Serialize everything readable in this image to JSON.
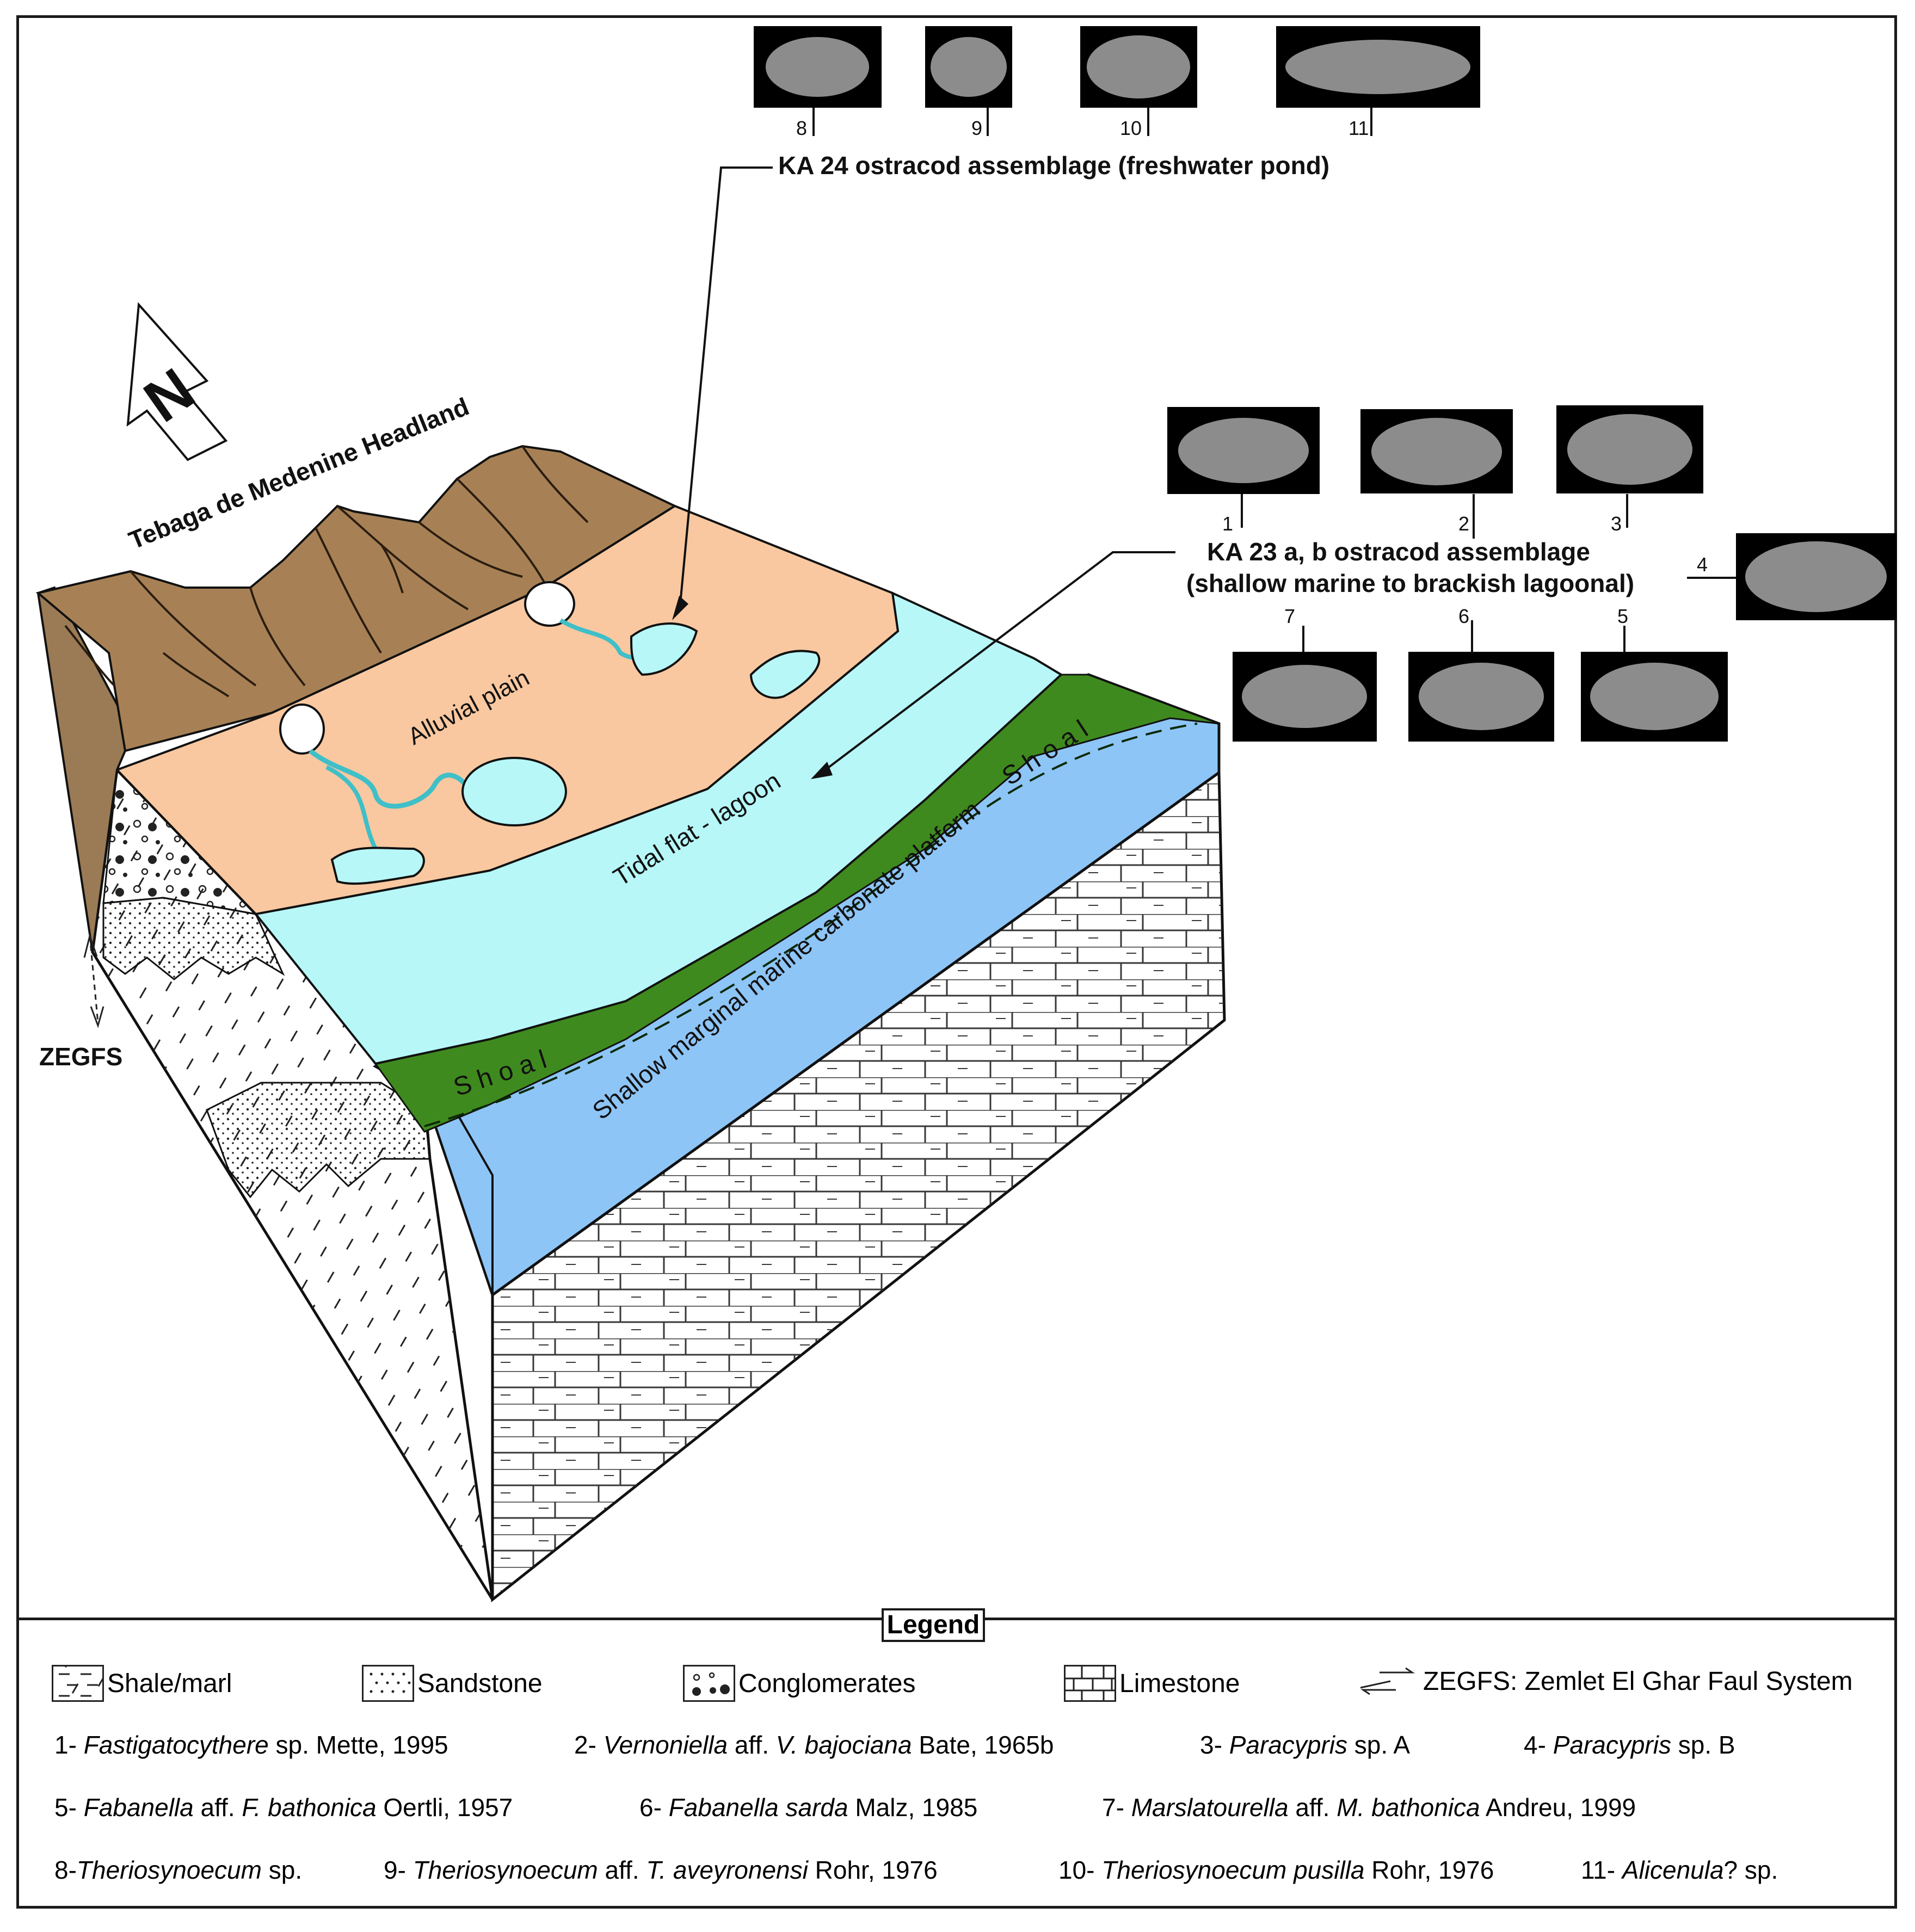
{
  "labels": {
    "headland": "Tebaga de Medenine Headland",
    "alluvial": "Alluvial plain",
    "tidal": "Tidal flat - lagoon",
    "shoal": "S h o a l",
    "shoal2": "S h o a l",
    "platform": "Shallow marginal marine carbonate platform",
    "fault": "ZEGFS",
    "north": "N"
  },
  "assemblages": {
    "ka24": "KA  24  ostracod  assemblage (freshwater pond)",
    "ka23_line1": "KA 23 a, b ostracod assemblage",
    "ka23_line2": "(shallow marine to brackish lagoonal)"
  },
  "specimen_numbers": [
    "1",
    "2",
    "3",
    "4",
    "5",
    "6",
    "7",
    "8",
    "9",
    "10",
    "11"
  ],
  "legend": {
    "title": "Legend",
    "lithology": [
      "Shale/marl",
      "Sandstone",
      "Conglomerates",
      "Limestone"
    ],
    "fault": "ZEGFS: Zemlet El Ghar Faul System"
  },
  "species": [
    {
      "n": "1-",
      "name": "Fastigatocythere",
      "rest": " sp. Mette, 1995"
    },
    {
      "n": "2-",
      "name": "Vernoniella",
      "mid": " aff. ",
      "name2": "V. bajociana",
      "rest": " Bate, 1965b"
    },
    {
      "n": "3-",
      "name": "Paracypris",
      "rest": " sp. A"
    },
    {
      "n": "4-",
      "name": "Paracypris",
      "rest": " sp. B"
    },
    {
      "n": "5-",
      "name": "Fabanella",
      "mid": " aff. ",
      "name2": "F. bathonica",
      "rest": " Oertli, 1957"
    },
    {
      "n": "6-",
      "name": "Fabanella sarda",
      "rest": " Malz, 1985"
    },
    {
      "n": "7-",
      "name": "Marslatourella",
      "mid": " aff. ",
      "name2": "M. bathonica",
      "rest": " Andreu, 1999"
    },
    {
      "n": "8-",
      "name": "Theriosynoecum",
      "rest": " sp."
    },
    {
      "n": "9-",
      "name": "Theriosynoecum",
      "mid": " aff. ",
      "name2": "T. aveyronensi",
      "rest": " Rohr, 1976"
    },
    {
      "n": "10-",
      "name": "Theriosynoecum pusilla",
      "rest": " Rohr, 1976"
    },
    {
      "n": "11-",
      "name": "Alicenula",
      "rest": "? sp."
    }
  ],
  "colors": {
    "alluvial": "#f9c8a0",
    "lagoon": "#b7f7f7",
    "shoal": "#3f8a1e",
    "platform": "#8ec5f7",
    "headland": "#a07850",
    "block": "#ffffff"
  }
}
